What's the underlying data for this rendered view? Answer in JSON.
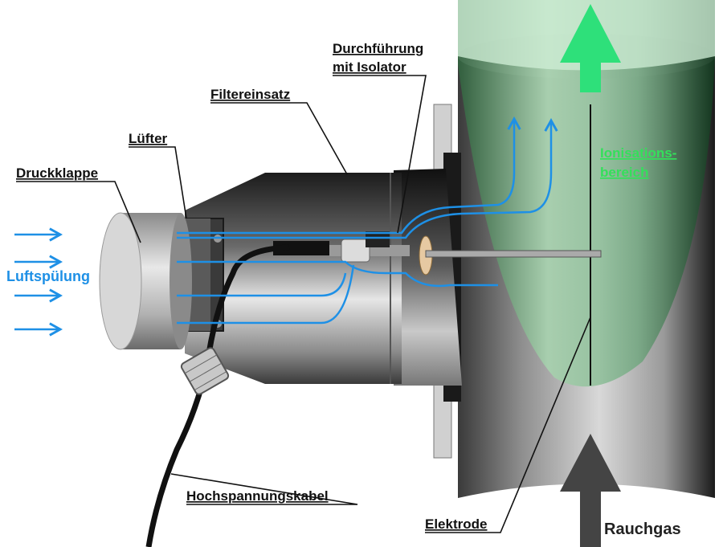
{
  "labels": {
    "druckklappe": "Druckklappe",
    "luefter": "Lüfter",
    "filtereinsatz": "Filtereinsatz",
    "durchfuehrung_1": "Durchführung",
    "durchfuehrung_2": "mit Isolator",
    "ionisation_1": "Ionisations-",
    "ionisation_2": "bereich",
    "luftspuelung": "Luftspülung",
    "hochspannungskabel": "Hochspannungskabel",
    "elektrode": "Elektrode",
    "rauchgas": "Rauchgas"
  },
  "colors": {
    "airflow": "#1e90e6",
    "ionisation_text": "#33e05a",
    "ionisation_arrow": "#2ee07a",
    "flue_gas_arrow": "#444444",
    "label_text": "#111111"
  }
}
